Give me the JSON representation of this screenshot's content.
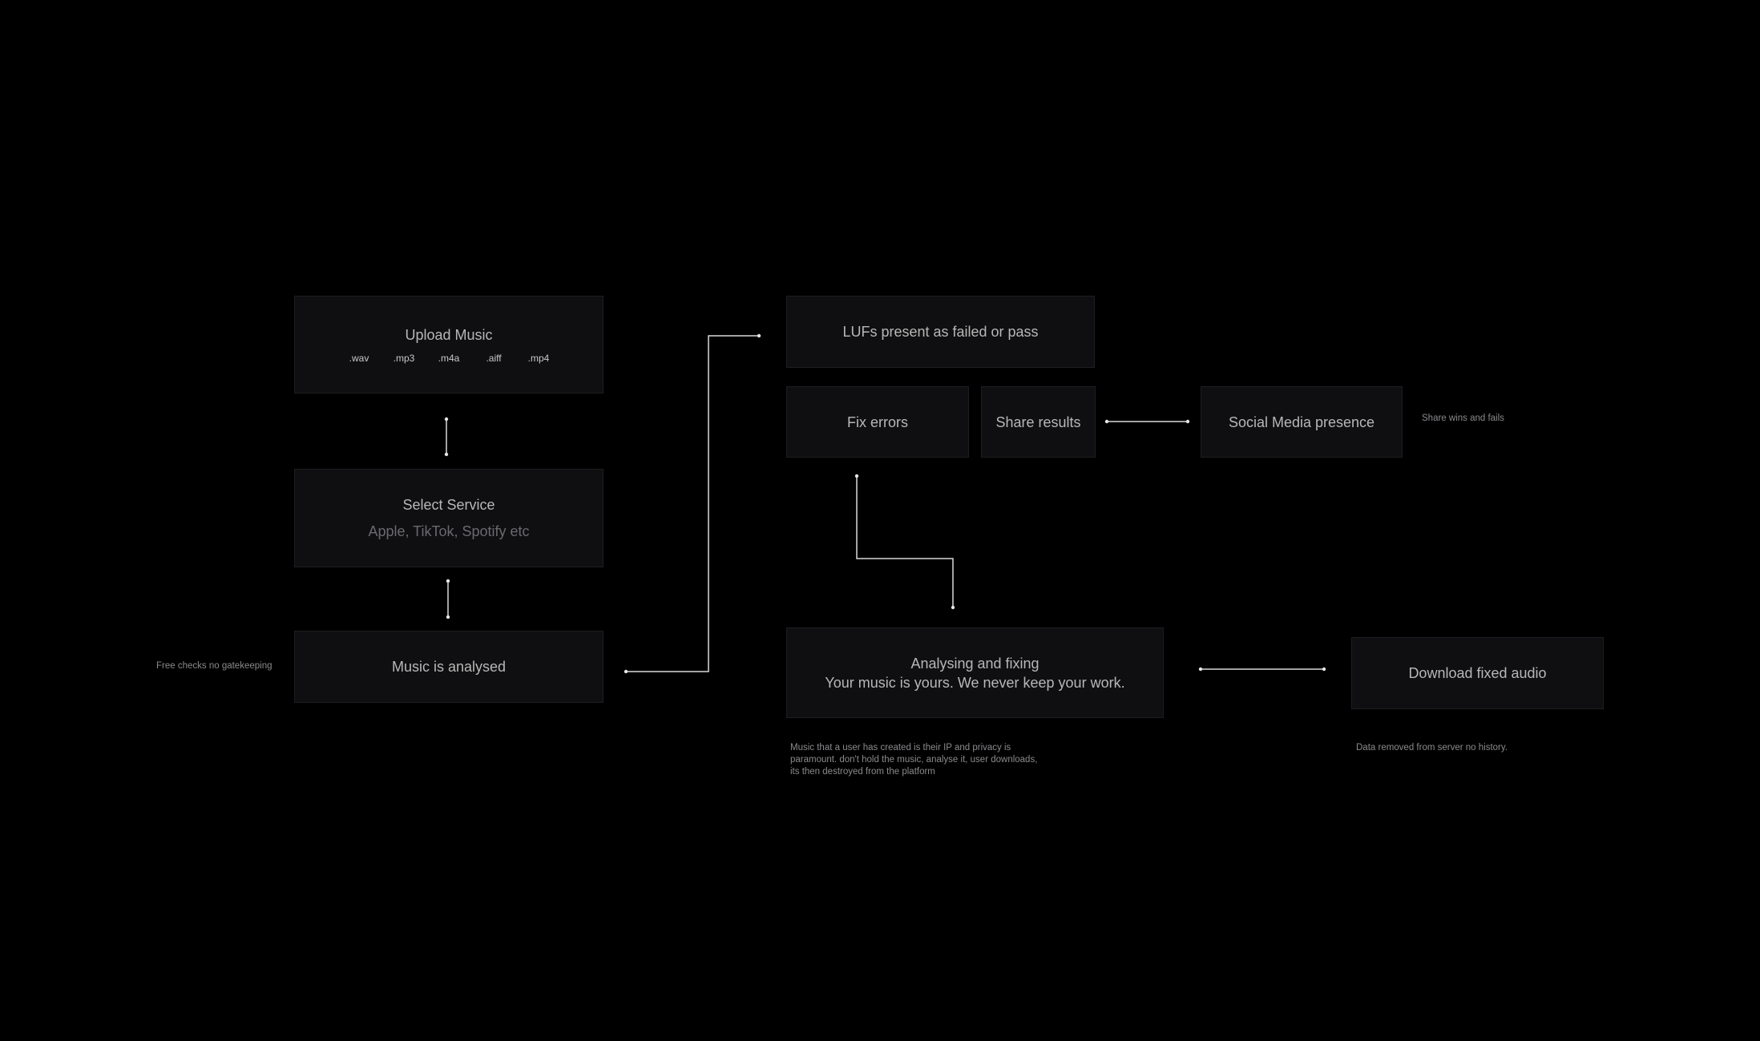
{
  "nodes": {
    "upload_music": {
      "title": "Upload Music",
      "formats": [
        ".wav",
        ".mp3",
        ".m4a",
        ".aiff",
        ".mp4"
      ]
    },
    "select_service": {
      "title": "Select Service",
      "subtitle": "Apple, TikTok, Spotify etc"
    },
    "music_analysed": {
      "title": "Music is analysed"
    },
    "lufs_result": {
      "title": "LUFs present as failed or pass"
    },
    "fix_errors": {
      "title": "Fix errors"
    },
    "share_results": {
      "title": "Share results"
    },
    "social_media": {
      "title": "Social Media presence"
    },
    "analysing_fixing": {
      "title": "Analysing and fixing",
      "line2": "Your music is yours. We never keep your work."
    },
    "download_fixed": {
      "title": "Download fixed audio"
    }
  },
  "notes": {
    "free_checks": "Free checks no gatekeeping",
    "share_wins": "Share wins and fails",
    "privacy": "Music that a user has created is their IP and privacy is paramount. don't hold the music, analyse it, user downloads, its then destroyed from the platform",
    "data_removed": "Data removed from server no history."
  },
  "colors": {
    "background": "#000000",
    "node_fill": "#0f0f11",
    "node_border": "#1e1e21",
    "connector": "#d9d9d9",
    "text_primary": "#b7b7b7",
    "text_muted": "#6a6a6e",
    "note_text": "#8a8a8e"
  }
}
